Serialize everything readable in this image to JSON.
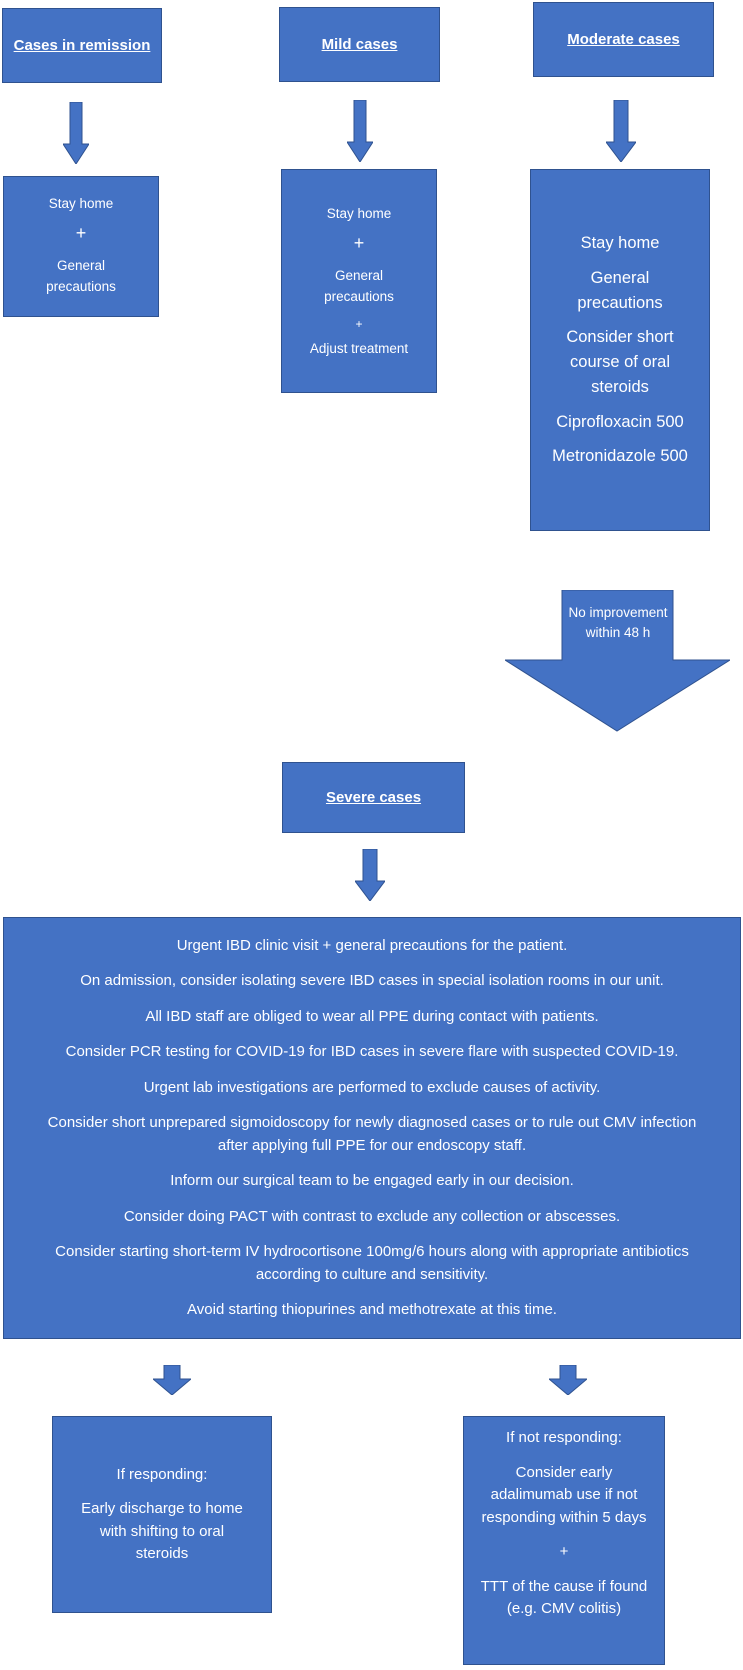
{
  "headers": {
    "remission": "Cases in remission",
    "mild": "Mild cases",
    "moderate": "Moderate cases",
    "severe": "Severe cases"
  },
  "remission_box": {
    "line1": "Stay home",
    "plus": "+",
    "line2": "General precautions"
  },
  "mild_box": {
    "line1": "Stay home",
    "plus1": "+",
    "line2": "General precautions",
    "plus2": "+",
    "line3": "Adjust treatment"
  },
  "moderate_box": {
    "items": [
      "Stay home",
      "General precautions",
      "Consider short course of oral steroids",
      "Ciprofloxacin 500",
      "Metronidazole 500"
    ]
  },
  "transition_arrow": {
    "label": "No improvement within 48 h"
  },
  "severe_box": {
    "items": [
      "Urgent IBD clinic visit + general precautions for the patient.",
      "On admission, consider isolating severe IBD cases in special isolation rooms in our unit.",
      "All IBD staff are obliged to wear all PPE during contact with patients.",
      "Consider PCR testing for COVID-19 for IBD cases in severe flare with suspected COVID-19.",
      "Urgent lab investigations are performed to exclude causes of activity.",
      "Consider short unprepared sigmoidoscopy for newly diagnosed cases or to rule out CMV infection after applying full PPE for our endoscopy staff.",
      "Inform our surgical team to be engaged early in our decision.",
      "Consider doing PACT with contrast to exclude any collection or abscesses.",
      "Consider starting short-term IV hydrocortisone 100mg/6 hours along with appropriate antibiotics according to culture and sensitivity.",
      "Avoid starting thiopurines and methotrexate at this time."
    ]
  },
  "responding_box": {
    "title": "If responding:",
    "text": "Early discharge to home with shifting to oral steroids"
  },
  "not_responding_box": {
    "title": "If not responding:",
    "text1": "Consider early adalimumab use if not responding within 5 days",
    "plus": "+",
    "text2": "TTT of the cause if found (e.g. CMV colitis)"
  },
  "colors": {
    "box_fill": "#4472c4",
    "box_border": "#2f528f",
    "text": "#ffffff"
  }
}
